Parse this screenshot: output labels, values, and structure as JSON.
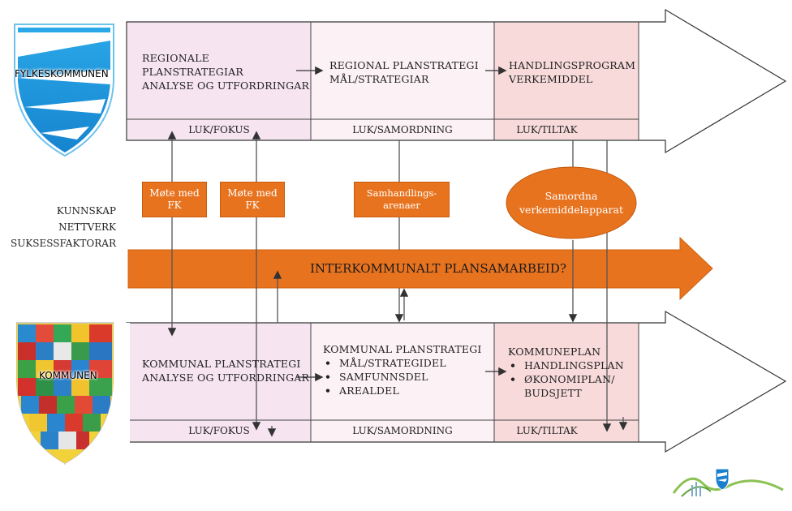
{
  "top_row": {
    "org": "FYLKESKOMMUNEN",
    "cells": [
      {
        "lines": [
          "REGIONALE",
          "PLANSTRATEGIAR",
          "ANALYSE OG UTFORDRINGAR"
        ],
        "footer": "LUK/FOKUS",
        "color": "#f7e6f2"
      },
      {
        "lines": [
          "REGIONAL PLANSTRATEGI",
          "MÅL/STRATEGIAR"
        ],
        "footer": "LUK/SAMORDNING",
        "color": "#fbf0f4"
      },
      {
        "lines": [
          "HANDLINGSPROGRAM",
          "VERKEMIDDEL"
        ],
        "footer": "LUK/TILTAK",
        "color": "#f9dcdc"
      }
    ]
  },
  "middle": {
    "side_labels": [
      "KUNNSKAP",
      "NETTVERK",
      "SUKSESSFAKTORAR"
    ],
    "boxes": [
      {
        "lines": [
          "Møte med",
          "FK"
        ]
      },
      {
        "lines": [
          "Møte med",
          "FK"
        ]
      },
      {
        "lines": [
          "Samhandlings-",
          "arenaer"
        ]
      }
    ],
    "ellipse": [
      "Samordna",
      "verkemiddelapparat"
    ],
    "big_arrow_label": "INTERKOMMUNALT PLANSAMARBEID?",
    "orange": "#e8731f"
  },
  "bottom_row": {
    "org": "KOMMUNEN",
    "cell1": {
      "lines": [
        "KOMMUNAL PLANSTRATEGI",
        "ANALYSE OG UTFORDRINGAR"
      ],
      "footer": "LUK/FOKUS"
    },
    "cell2": {
      "title": "KOMMUNAL PLANSTRATEGI",
      "bullets": [
        "MÅL/STRATEGIDEL",
        "SAMFUNNSDEL",
        "AREALDEL"
      ],
      "footer": "LUK/SAMORDNING"
    },
    "cell3": {
      "title": "KOMMUNEPLAN",
      "bullets": [
        "HANDLINGSPLAN",
        "ØKONOMIPLAN/",
        "BUDSJETT"
      ],
      "footer": "LUK/TILTAK"
    }
  }
}
